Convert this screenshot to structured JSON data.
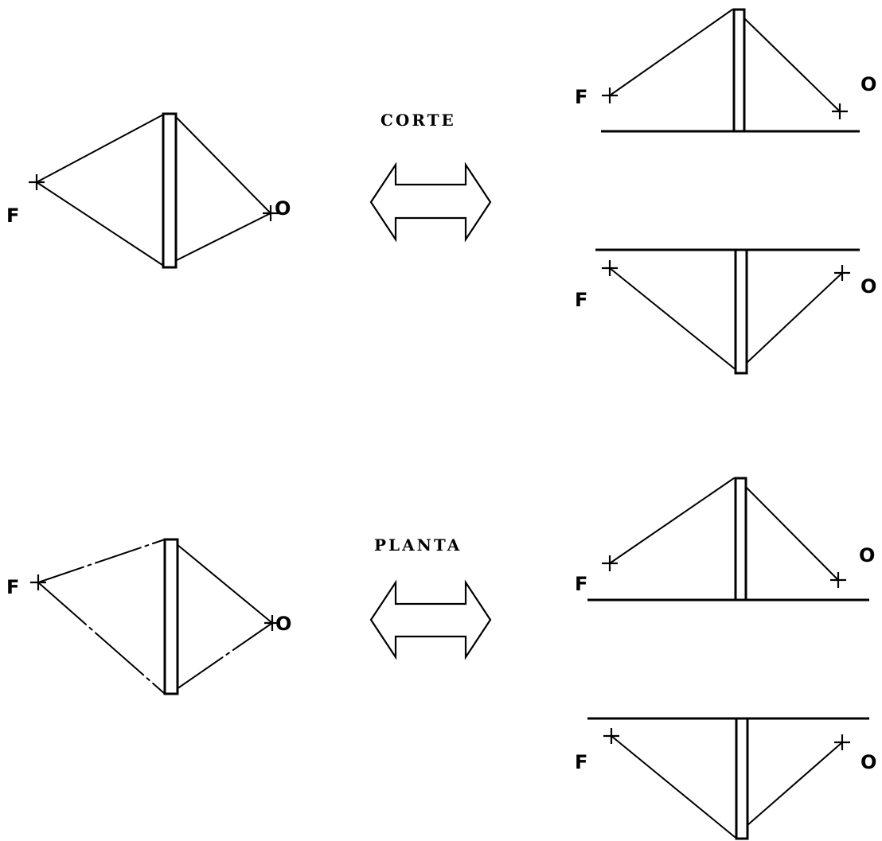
{
  "labels": {
    "source": "F",
    "observer": "O"
  },
  "sections": [
    {
      "title": "CORTE"
    },
    {
      "title": "PLANTA"
    }
  ],
  "colors": {
    "ink": "#000000",
    "paper": "#ffffff"
  }
}
